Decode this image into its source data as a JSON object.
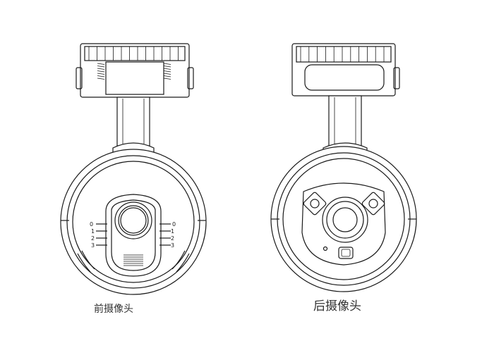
{
  "captions": {
    "front": "前摄像头",
    "rear": "后摄像头"
  },
  "front_scale": {
    "left": [
      "0",
      "1",
      "2",
      "3"
    ],
    "right": [
      "0",
      "1",
      "2",
      "3"
    ]
  },
  "colors": {
    "line": "#1a1a1a",
    "caption": "#333333",
    "background": "#ffffff"
  }
}
